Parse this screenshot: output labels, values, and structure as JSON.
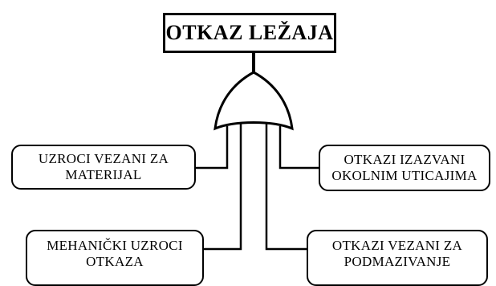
{
  "diagram": {
    "top_event": "OTKAZ LEŽAJA",
    "gate_type": "OR",
    "causes": [
      {
        "line1": "UZROCI VEZANI ZA",
        "line2": "MATERIJAL"
      },
      {
        "line1": "OTKAZI IZAZVANI",
        "line2": "OKOLNIM UTICAJIMA"
      },
      {
        "line1": "MEHANIČKI UZROCI",
        "line2": "OTKAZA"
      },
      {
        "line1": "OTKAZI VEZANI ZA",
        "line2": "PODMAZIVANJE"
      }
    ]
  }
}
